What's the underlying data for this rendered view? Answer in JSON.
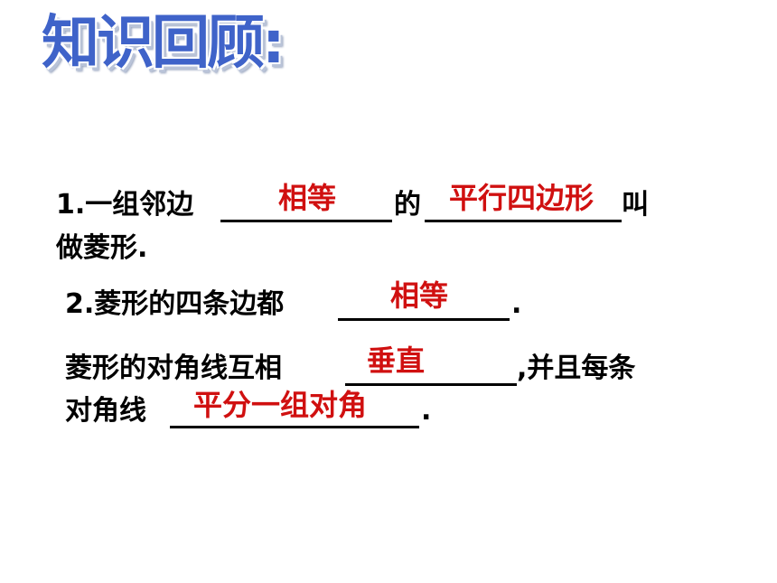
{
  "title": "知识回顾:",
  "item1": {
    "num": "1.",
    "part1": "一组邻边",
    "answer1": "相等",
    "part2": "的",
    "answer2": "平行四边形",
    "part3": "叫",
    "part4": "做菱形."
  },
  "item2": {
    "num": "2.",
    "part1": "菱形的四条边都",
    "answer1": "相等",
    "end": "."
  },
  "item3": {
    "part1": "菱形的对角线互相",
    "answer1": "垂直",
    "part2": ",并且每条",
    "part3": "对角线",
    "answer2": "平分一组对角",
    "end": "."
  },
  "colors": {
    "title": "#3f63c9",
    "answer": "#d01010",
    "text": "#000000"
  }
}
